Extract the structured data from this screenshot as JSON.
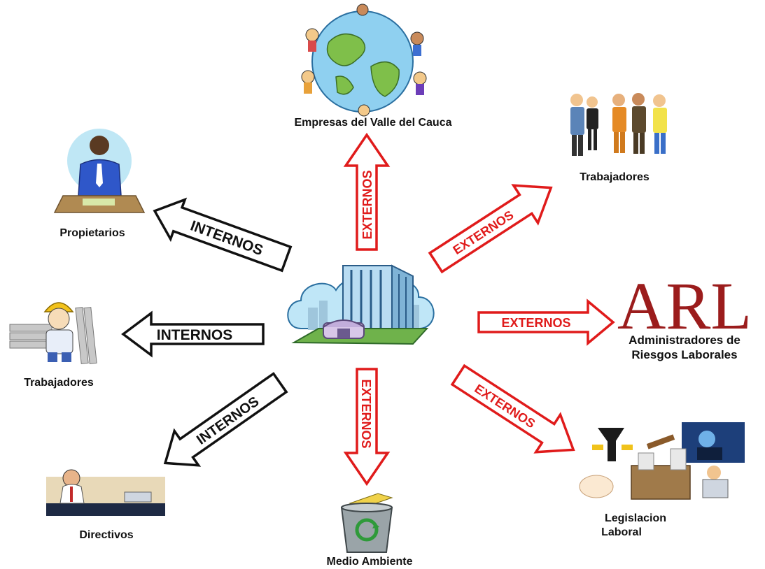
{
  "arrows": {
    "internal_label": "INTERNOS",
    "external_label": "EXTERNOS"
  },
  "nodes": {
    "empresas": "Empresas del Valle del Cauca",
    "trabajadores_externos": "Trabajadores",
    "propietarios": "Propietarios",
    "trabajadores_internos": "Trabajadores",
    "arl_logo": "ARL",
    "arl_line1": "Administradores de",
    "arl_line2": "Riesgos Laborales",
    "directivos": "Directivos",
    "medio_ambiente": "Medio Ambiente",
    "legislacion_line1": "Legislacion",
    "legislacion_line2": "Laboral"
  },
  "colors": {
    "internal": "#111111",
    "external": "#e01b1b",
    "arl": "#9b1c1c"
  }
}
